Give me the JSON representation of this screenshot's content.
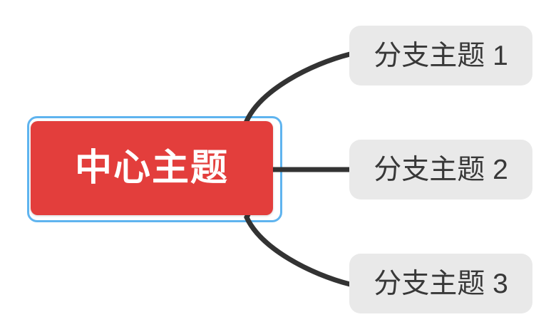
{
  "canvas": {
    "type": "mind-map",
    "background_color": "#ffffff"
  },
  "central_topic": {
    "label": "中心主题",
    "fill_color": "#e33e3c",
    "text_color": "#ffffff",
    "selected": true,
    "selection_border_color": "#5fb4ef"
  },
  "branch_topics": [
    {
      "label": "分支主题 1"
    },
    {
      "label": "分支主题 2"
    },
    {
      "label": "分支主题 3"
    }
  ],
  "branch_style": {
    "fill_color": "#e9e9e9",
    "text_color": "#383838"
  },
  "connector": {
    "color": "#333333",
    "count": 3
  }
}
